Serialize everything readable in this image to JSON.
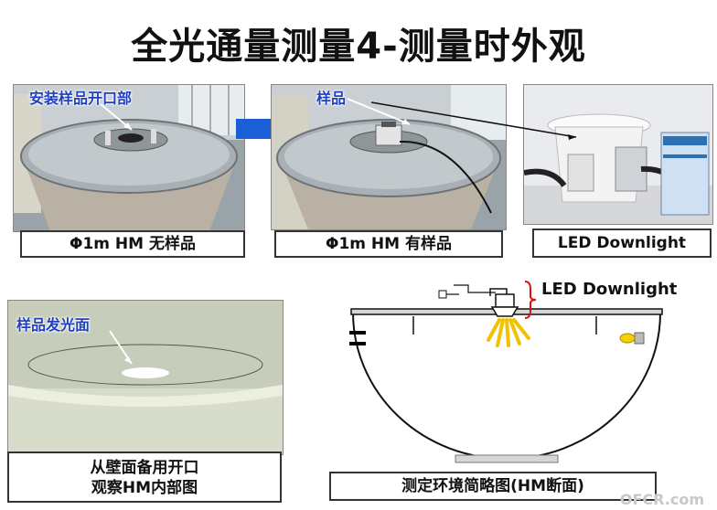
{
  "title": "全光通量测量4-测量时外观",
  "photos": {
    "photo1": {
      "label": "安装样品开口部",
      "caption": "Φ1m HM 无样品"
    },
    "photo2": {
      "label": "样品",
      "caption": "Φ1m HM 有样品"
    },
    "photo3": {
      "caption": "LED Downlight"
    },
    "photo4": {
      "label": "样品发光面",
      "caption_line1": "从壁面备用开口",
      "caption_line2": "观察HM内部图"
    }
  },
  "diagram": {
    "label": "LED Downlight",
    "caption": "测定环境简略图(HM断面)"
  },
  "watermark": "OFCR.com",
  "colors": {
    "label_blue": "#1f3fbf",
    "arrow_blue": "#1a5fd6",
    "bracket_red": "#e01010",
    "light_yellow": "#f2c200"
  }
}
